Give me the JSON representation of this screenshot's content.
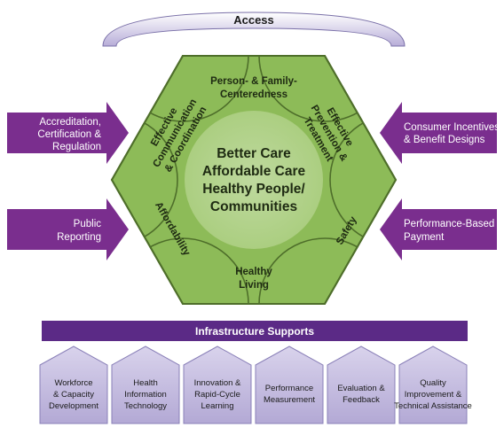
{
  "access": {
    "label": "Access"
  },
  "center": {
    "lines": [
      "Better Care",
      "Affordable Care",
      "Healthy People/",
      "Communities"
    ]
  },
  "segments": [
    {
      "id": "person",
      "lines": [
        "Person- & Family-",
        "Centeredness"
      ]
    },
    {
      "id": "prevention",
      "lines": [
        "Effective",
        "Prevention &",
        "Treatment"
      ]
    },
    {
      "id": "safety",
      "lines": [
        "Safety"
      ]
    },
    {
      "id": "living",
      "lines": [
        "Healthy",
        "Living"
      ]
    },
    {
      "id": "affordability",
      "lines": [
        "Affordability"
      ]
    },
    {
      "id": "communication",
      "lines": [
        "Effective",
        "Communication",
        "& Coordination"
      ]
    }
  ],
  "left_arrows": [
    {
      "id": "accreditation",
      "lines": [
        "Accreditation,",
        "Certification &",
        "Regulation"
      ]
    },
    {
      "id": "reporting",
      "lines": [
        "Public",
        "Reporting"
      ]
    }
  ],
  "right_arrows": [
    {
      "id": "incentives",
      "lines": [
        "Consumer Incentives",
        "& Benefit Designs"
      ]
    },
    {
      "id": "payment",
      "lines": [
        "Performance-Based",
        "Payment"
      ]
    }
  ],
  "infrastructure": {
    "label": "Infrastructure Supports",
    "supports": [
      {
        "id": "workforce",
        "lines": [
          "Workforce",
          "& Capacity",
          "Development"
        ]
      },
      {
        "id": "hit",
        "lines": [
          "Health",
          "Information",
          "Technology"
        ]
      },
      {
        "id": "innovation",
        "lines": [
          "Innovation &",
          "Rapid-Cycle",
          "Learning"
        ]
      },
      {
        "id": "measurement",
        "lines": [
          "Performance",
          "Measurement"
        ]
      },
      {
        "id": "evaluation",
        "lines": [
          "Evaluation &",
          "Feedback"
        ]
      },
      {
        "id": "quality",
        "lines": [
          "Quality",
          "Improvement &",
          "Technical Assistance"
        ]
      }
    ]
  },
  "colors": {
    "purple_dark": "#7a2e8e",
    "purple_bar": "#5b2a86",
    "lavender": "#c9c2e2",
    "hex_fill": "#8dbb58",
    "hex_center": "#d4e8bb",
    "hex_stroke": "#4e6e2a"
  }
}
